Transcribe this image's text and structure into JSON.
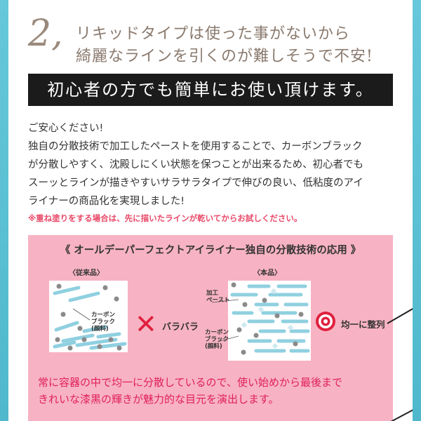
{
  "question": {
    "number": "2,",
    "line1": "リキッドタイプは使った事がないから",
    "line2": "綺麗なラインを引くのが難しそうで不安!"
  },
  "banner": "初心者の方でも簡単にお使い頂けます。",
  "body": {
    "lines": [
      "ご安心ください!",
      "独自の分散技術で加工したペーストを使用することで、カーボンブラック",
      "が分散しやすく、沈殿しにくい状態を保つことが出来るため、初心者でも",
      "スーッとラインが描きやすいサラサラタイプで伸びの良い、低粘度のアイ",
      "ライナーの商品化を実現しました!"
    ],
    "note": "※重ね塗りをする場合は、先に描いたラインが乾いてからお試しください。"
  },
  "diagram": {
    "title": "《 オールデーパーフェクトアイライナー独自の分散技術の応用 》",
    "conventional_label": "〈従来品〉",
    "product_label": "〈本品〉",
    "carbon_label_left": [
      "カーボン",
      "ブラック",
      "(顔料)"
    ],
    "paste_label": [
      "加工",
      "ペースト"
    ],
    "carbon_label_right": [
      "カーボン",
      "ブラック",
      "(顔料)"
    ],
    "cross_symbol": "✕",
    "scattered_text": "バラバラ",
    "uniform_text": "均一に整列",
    "bottom_lines": [
      "常に容器の中で均一に分散しているので、使い始めから最後まで",
      "きれいな漆黒の輝きが魅力的な目元を演出します。"
    ],
    "colors": {
      "pink_bg": "#f7b3c3",
      "accent_red": "#e0203f",
      "paste_blue": "#8fd0e0",
      "carbon_gray": "#8a8a8a",
      "frame_blue": "#5bc3d6"
    }
  }
}
